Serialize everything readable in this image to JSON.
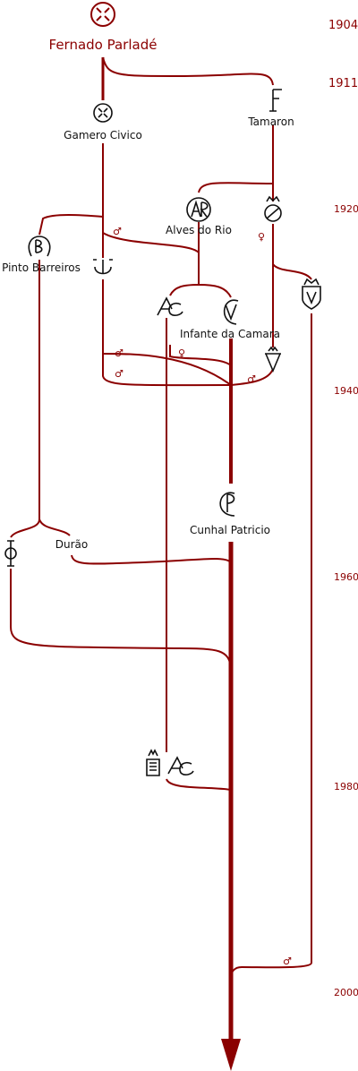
{
  "years": [
    "1904",
    "1911",
    "1920",
    "1940",
    "1960",
    "1980",
    "2000"
  ],
  "nodes": {
    "root": "Fernado Parladé",
    "gamero": "Gamero Civico",
    "tamaron": "Tamaron",
    "alves": "Alves do Rio",
    "pinto": "Pinto Barreiros",
    "infante": "Infante da Camara",
    "cunhal": "Cunhal Patricio",
    "durao": "Durão"
  },
  "symbols": {
    "male": "♂",
    "female": "♀"
  },
  "colors": {
    "line": "#8b0000",
    "icon": "#111111"
  }
}
